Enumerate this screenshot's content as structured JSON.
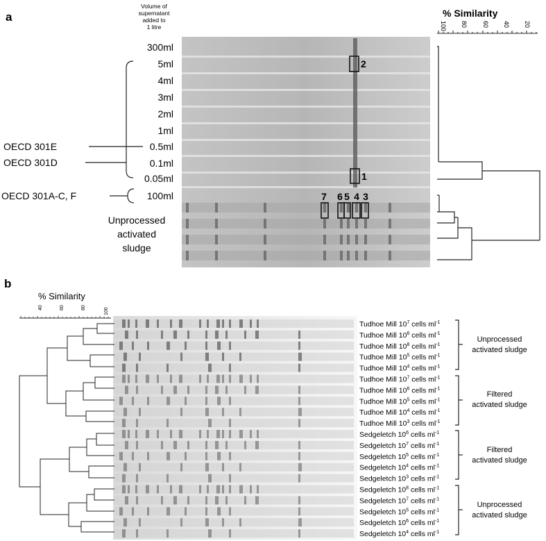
{
  "panel_a": {
    "letter": "a",
    "header_lines": [
      "Volume of",
      "supernatant",
      "added to",
      "1 litre"
    ],
    "similarity_title": "% Similarity",
    "scale_ticks": [
      "100",
      "80",
      "60",
      "40",
      "20"
    ],
    "lane_labels": [
      "300ml",
      "5ml",
      "4ml",
      "3ml",
      "2ml",
      "1ml",
      "0.5ml",
      "0.1ml",
      "0.05ml",
      "100ml"
    ],
    "test_labels": {
      "oecd_301e": "OECD 301E",
      "oecd_301d": "OECD 301D",
      "oecd_301acf": "OECD 301A-C, F"
    },
    "sludge_label": [
      "Unprocessed",
      "activated",
      "sludge"
    ],
    "band_boxes": [
      "2",
      "1",
      "7",
      "6",
      "5",
      "4",
      "3"
    ]
  },
  "panel_b": {
    "letter": "b",
    "similarity_title": "% Similarity",
    "scale_ticks": [
      "40",
      "60",
      "80",
      "100"
    ],
    "lanes": [
      {
        "site": "Tudhoe Mill",
        "base": "10",
        "exp": "7",
        "unit": "cells ml",
        "unit_exp": "-1"
      },
      {
        "site": "Tudhoe Mill",
        "base": "10",
        "exp": "6",
        "unit": "cells ml",
        "unit_exp": "-1"
      },
      {
        "site": "Tudhoe Mill",
        "base": "10",
        "exp": "8",
        "unit": "cells ml",
        "unit_exp": "-1"
      },
      {
        "site": "Tudhoe Mill",
        "base": "10",
        "exp": "5",
        "unit": "cells ml",
        "unit_exp": "-1"
      },
      {
        "site": "Tudhoe Mill",
        "base": "10",
        "exp": "4",
        "unit": "cells ml",
        "unit_exp": "-1"
      },
      {
        "site": "Tudhoe Mill",
        "base": "10",
        "exp": "7",
        "unit": "cells ml",
        "unit_exp": "-1"
      },
      {
        "site": "Tudhoe Mill",
        "base": "10",
        "exp": "6",
        "unit": "cells ml",
        "unit_exp": "-1"
      },
      {
        "site": "Tudhoe Mill",
        "base": "10",
        "exp": "5",
        "unit": "cells ml",
        "unit_exp": "-1"
      },
      {
        "site": "Tudhoe Mill",
        "base": "10",
        "exp": "4",
        "unit": "cells ml",
        "unit_exp": "-1"
      },
      {
        "site": "Tudhoe Mill",
        "base": "10",
        "exp": "3",
        "unit": "cells ml",
        "unit_exp": "-1"
      },
      {
        "site": "Sedgeletch",
        "base": "10",
        "exp": "6",
        "unit": "cells ml",
        "unit_exp": "-1"
      },
      {
        "site": "Sedgeletch",
        "base": "10",
        "exp": "7",
        "unit": "cells ml",
        "unit_exp": "-1"
      },
      {
        "site": "Sedgeletch",
        "base": "10",
        "exp": "5",
        "unit": "cells ml",
        "unit_exp": "-1"
      },
      {
        "site": "Sedgeletch",
        "base": "10",
        "exp": "4",
        "unit": "cells ml",
        "unit_exp": "-1"
      },
      {
        "site": "Sedgeletch",
        "base": "10",
        "exp": "3",
        "unit": "cells ml",
        "unit_exp": "-1"
      },
      {
        "site": "Sedgeletch",
        "base": "10",
        "exp": "8",
        "unit": "cells ml",
        "unit_exp": "-1"
      },
      {
        "site": "Sedgeletch",
        "base": "10",
        "exp": "7",
        "unit": "cells ml",
        "unit_exp": "-1"
      },
      {
        "site": "Sedgeletch",
        "base": "10",
        "exp": "5",
        "unit": "cells ml",
        "unit_exp": "-1"
      },
      {
        "site": "Sedgeletch",
        "base": "10",
        "exp": "6",
        "unit": "cells ml",
        "unit_exp": "-1"
      },
      {
        "site": "Sedgeletch",
        "base": "10",
        "exp": "4",
        "unit": "cells ml",
        "unit_exp": "-1"
      }
    ],
    "groups": [
      [
        "Unprocessed",
        "activated sludge"
      ],
      [
        "Filtered",
        "activated sludge"
      ],
      [
        "Filtered",
        "activated sludge"
      ],
      [
        "Unprocessed",
        "activated sludge"
      ]
    ]
  }
}
